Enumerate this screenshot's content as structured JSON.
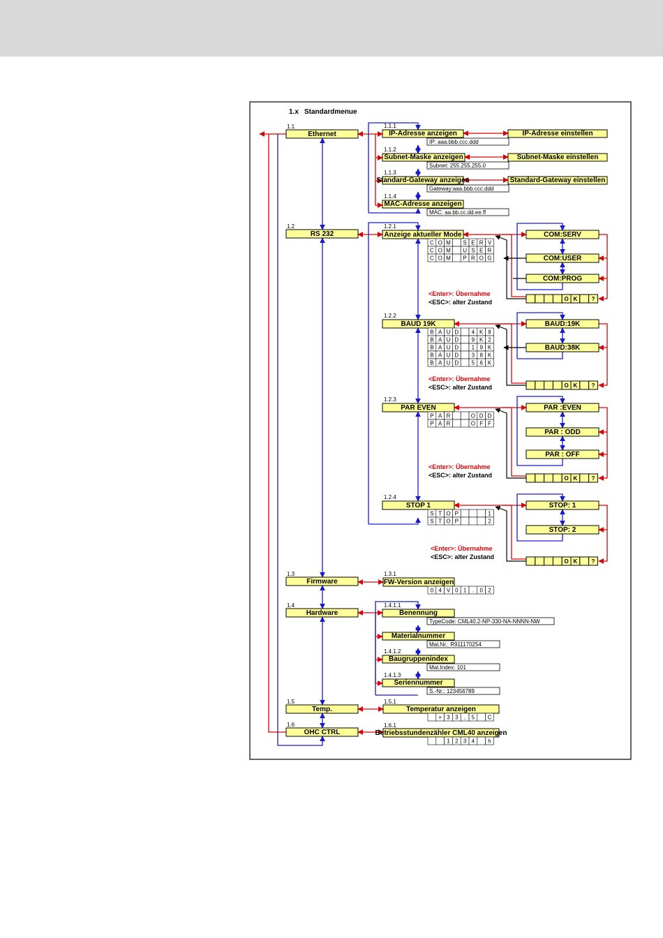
{
  "title": {
    "num": "1.x",
    "label": "Standardmenue"
  },
  "main": [
    {
      "num": "1.1",
      "label": "Ethernet"
    },
    {
      "num": "1.2",
      "label": "RS 232"
    },
    {
      "num": "1.3",
      "label": "Firmware"
    },
    {
      "num": "1.4",
      "label": "Hardware"
    },
    {
      "num": "1.5",
      "label": "Temp."
    },
    {
      "num": "1.6",
      "label": "OHC CTRL"
    }
  ],
  "ethernet": [
    {
      "num": "1.1.1",
      "label": "IP-Adresse anzeigen",
      "info": "IP:    aaa.bbb.ccc.ddd",
      "set": "IP-Adresse einstellen"
    },
    {
      "num": "1.1.2",
      "label": "Subnet-Maske anzeigen",
      "info": "Subnet:    255.255.255.0",
      "set": "Subnet-Maske einstellen"
    },
    {
      "num": "1.1.3",
      "label": "Standard-Gateway anzeigen",
      "info": "Gateway:aaa.bbb.ccc.ddd",
      "set": "Standard-Gateway einstellen"
    },
    {
      "num": "1.1.4",
      "label": "MAC-Adresse anzeigen",
      "info": "MAC: aa.bb.cc.dd.ee.ff"
    }
  ],
  "rs232": [
    {
      "num": "1.2.1",
      "label": "Anzeige aktueller Mode",
      "grid": [
        [
          "C",
          "O",
          "M",
          "",
          "S",
          "E",
          "R",
          "V"
        ],
        [
          "C",
          "O",
          "M",
          "",
          "U",
          "S",
          "E",
          "R"
        ],
        [
          "C",
          "O",
          "M",
          "",
          "P",
          "R",
          "O",
          "G"
        ]
      ],
      "options": [
        "COM:SERV",
        "COM:USER",
        "COM:PROG"
      ]
    },
    {
      "num": "1.2.2",
      "label": "BAUD 19K",
      "grid": [
        [
          "B",
          "A",
          "U",
          "D",
          "",
          "4",
          "K",
          "8"
        ],
        [
          "B",
          "A",
          "U",
          "D",
          "",
          "9",
          "K",
          "2"
        ],
        [
          "B",
          "A",
          "U",
          "D",
          "",
          "1",
          "9",
          "K"
        ],
        [
          "B",
          "A",
          "U",
          "D",
          "",
          "3",
          "8",
          "K"
        ],
        [
          "B",
          "A",
          "U",
          "D",
          "",
          "5",
          "6",
          "K"
        ]
      ],
      "options": [
        "BAUD:19K",
        "BAUD:38K"
      ]
    },
    {
      "num": "1.2.3",
      "label": "PAR  EVEN",
      "grid": [
        [
          "P",
          "A",
          "R",
          "",
          "",
          "O",
          "D",
          "D"
        ],
        [
          "P",
          "A",
          "R",
          "",
          "",
          "O",
          "F",
          "F"
        ]
      ],
      "options": [
        "PAR :EVEN",
        "PAR : ODD",
        "PAR : OFF"
      ]
    },
    {
      "num": "1.2.4",
      "label": "STOP   1",
      "grid": [
        [
          "S",
          "T",
          "O",
          "P",
          "",
          "",
          "",
          "1"
        ],
        [
          "S",
          "T",
          "O",
          "P",
          "",
          "",
          "",
          "2"
        ]
      ],
      "options": [
        "STOP:  1",
        "STOP:  2"
      ]
    }
  ],
  "ok_row": [
    "",
    "",
    "",
    "",
    "O",
    "K",
    "",
    "?"
  ],
  "enter_text": "<Enter>: Übernahme",
  "esc_text": "<ESC>: alter Zustand",
  "firmware": {
    "num": "1.3.1",
    "label": "FW-Version anzeigen",
    "grid": [
      "0",
      "4",
      "V",
      "0",
      "1",
      ".",
      "0",
      "2"
    ]
  },
  "hardware": [
    {
      "num": "1.4.1.1",
      "label": "Benennung",
      "info": "TypeCode: CML40.2-NP-330-NA-NNNN-NW"
    },
    {
      "num": "",
      "label": "Materialnummer",
      "info": "Mat.Nr.: R911170254"
    },
    {
      "num": "1.4.1.2",
      "label": "Baugruppenindex",
      "info": "Mat.Index: 101"
    },
    {
      "num": "1.4.1.3",
      "label": "Seriennummer",
      "info": "S.-Nr.: 123456789"
    }
  ],
  "temp": {
    "num": "1.5.1",
    "label": "Temperatur anzeigen",
    "grid": [
      "",
      "+",
      "3",
      "3",
      ",",
      "5",
      "",
      "C"
    ]
  },
  "ohc": {
    "num": "1.6.1",
    "label": "Betriebsstundenzähler CML40 anzeigen",
    "grid": [
      "",
      "",
      "1",
      "2",
      "3",
      "4",
      "",
      "h"
    ]
  }
}
